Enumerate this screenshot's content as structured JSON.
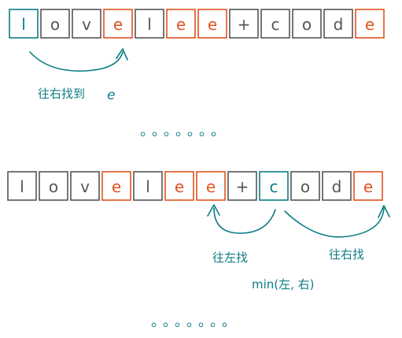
{
  "colors": {
    "plain": "#555555",
    "target": "#e0531f",
    "current": "#0e7c86",
    "annotation": "#0e7c86"
  },
  "rows": [
    {
      "cells": [
        {
          "ch": "l",
          "kind": "current"
        },
        {
          "ch": "o",
          "kind": "plain"
        },
        {
          "ch": "v",
          "kind": "plain"
        },
        {
          "ch": "e",
          "kind": "target"
        },
        {
          "ch": "l",
          "kind": "plain"
        },
        {
          "ch": "e",
          "kind": "target"
        },
        {
          "ch": "e",
          "kind": "target"
        },
        {
          "ch": "+",
          "kind": "plain"
        },
        {
          "ch": "c",
          "kind": "plain"
        },
        {
          "ch": "o",
          "kind": "plain"
        },
        {
          "ch": "d",
          "kind": "plain"
        },
        {
          "ch": "e",
          "kind": "target"
        }
      ]
    },
    {
      "cells": [
        {
          "ch": "l",
          "kind": "plain"
        },
        {
          "ch": "o",
          "kind": "plain"
        },
        {
          "ch": "v",
          "kind": "plain"
        },
        {
          "ch": "e",
          "kind": "target"
        },
        {
          "ch": "l",
          "kind": "plain"
        },
        {
          "ch": "e",
          "kind": "target"
        },
        {
          "ch": "e",
          "kind": "target"
        },
        {
          "ch": "+",
          "kind": "plain"
        },
        {
          "ch": "c",
          "kind": "current"
        },
        {
          "ch": "o",
          "kind": "plain"
        },
        {
          "ch": "d",
          "kind": "plain"
        },
        {
          "ch": "e",
          "kind": "target"
        }
      ]
    }
  ],
  "annotations": {
    "row1_right_label": "往右找到",
    "row1_right_letter": "e",
    "row2_left_label": "往左找",
    "row2_right_label": "往右找",
    "row2_min_label": "min(左, 右)",
    "ellipsis": "。。。。。。。"
  }
}
